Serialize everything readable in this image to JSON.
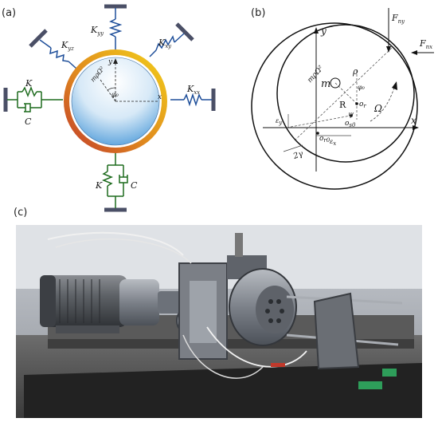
{
  "figure": {
    "panel_labels": {
      "a": "(a)",
      "b": "(b)",
      "c": "(c)"
    },
    "panel_a": {
      "springs": {
        "yy": {
          "base": "K",
          "sub": "yy"
        },
        "yz": {
          "base": "K",
          "sub": "yz"
        },
        "xy": {
          "base": "K",
          "sub": "xy"
        },
        "xx": {
          "base": "K",
          "sub": "xx"
        },
        "left_spring": "K",
        "left_damper": "C",
        "bottom_spring": "K",
        "bottom_damper": "C"
      },
      "axes": {
        "x": "x",
        "y": "y"
      },
      "angle": "φ₀",
      "force": "mρΩ²"
    },
    "panel_b": {
      "forces": {
        "fny": {
          "base": "F",
          "sub": "ny"
        },
        "fnx": {
          "base": "F",
          "sub": "nx"
        }
      },
      "axes": {
        "x": "x",
        "y": "y"
      },
      "labels": {
        "force": "mρΩ²",
        "mass": "m",
        "rho": "ρ",
        "phi0": "φ₀",
        "R": "R",
        "psi": "ψ",
        "or": "o",
        "or_sub": "r",
        "os0": "o",
        "os0_sub": "s0",
        "or0": "o",
        "or0_sub": "r0",
        "omega": "Ω",
        "ey": "ε",
        "ey_sub": "y",
        "ex": "ε",
        "ex_sub": "x",
        "gap": "2γ"
      }
    },
    "colors": {
      "spring_blue": "#1f4f9a",
      "damper_green": "#1d6b1d",
      "support_gray": "#4a4f66",
      "ring_outer": "#d9a200",
      "ring_inner": "#c0392b",
      "disk_blue": "#6faee0"
    }
  }
}
